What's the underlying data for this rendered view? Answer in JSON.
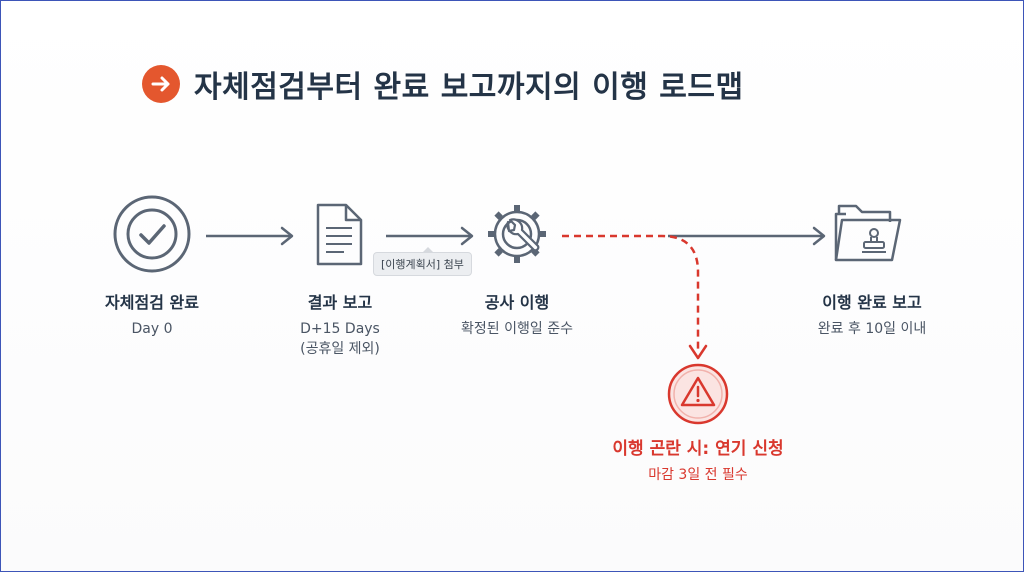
{
  "title": "자체점검부터 완료 보고까지의 이행 로드맵",
  "title_icon": "arrow-right-circle-icon",
  "colors": {
    "accent": "#e4572e",
    "warning": "#d9382e",
    "ink": "#243447",
    "line": "#5b6675"
  },
  "steps": [
    {
      "icon": "check-circle-icon",
      "title": "자체점검 완료",
      "sub": "Day 0"
    },
    {
      "icon": "document-icon",
      "title": "결과 보고",
      "sub": "D+15 Days",
      "sub2": "(공휴일 제외)"
    },
    {
      "icon": "gear-wrench-icon",
      "title": "공사 이행",
      "sub": "확정된 이행일 준수"
    },
    {
      "icon": "stamped-folder-icon",
      "title": "이행 완료 보고",
      "sub": "완료 후 10일 이내"
    }
  ],
  "attachment_tag": "[이행계획서] 첨부",
  "warning": {
    "icon": "warning-triangle-icon",
    "title": "이행 곤란 시: 연기 신청",
    "sub": "마감 3일 전 필수"
  }
}
